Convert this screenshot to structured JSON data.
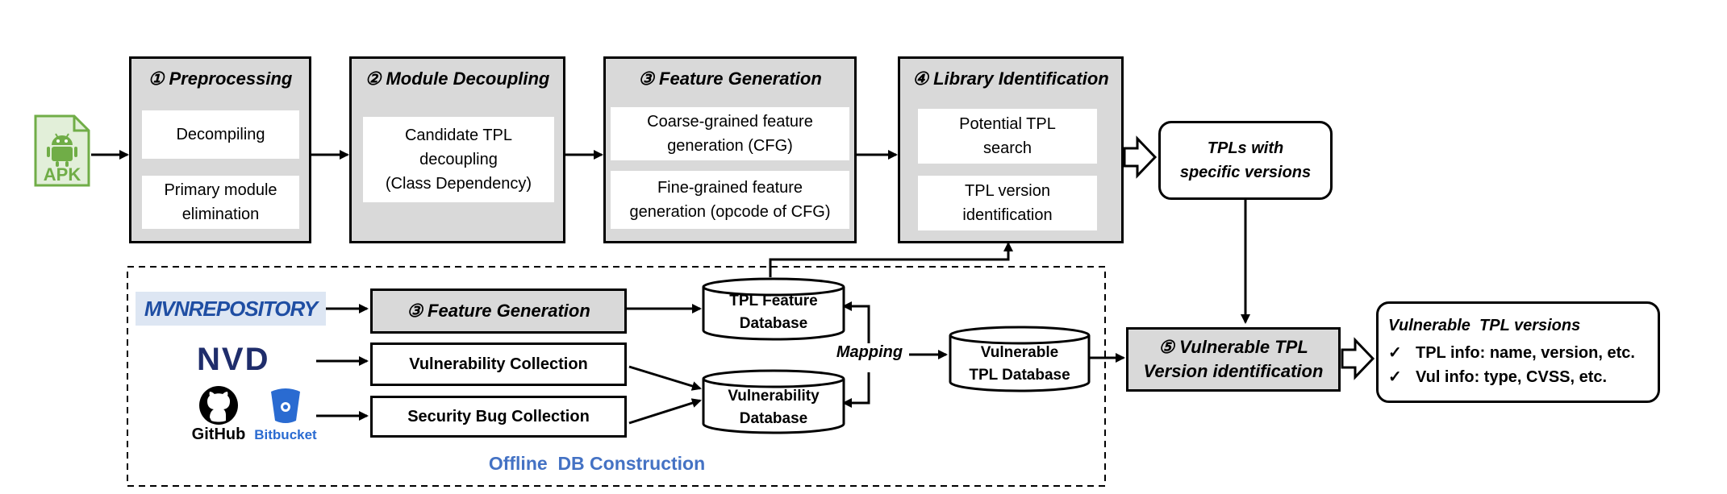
{
  "apk": {
    "label": "APK",
    "color": "#70ad47"
  },
  "stages": [
    {
      "title": "① Preprocessing",
      "items": [
        "Decompiling",
        "Primary module\nelimination"
      ]
    },
    {
      "title": "② Module Decoupling",
      "items": [
        "Candidate TPL\ndecoupling\n(Class Dependency)"
      ]
    },
    {
      "title": "③ Feature Generation",
      "items": [
        "Coarse-grained feature\ngeneration (CFG)",
        "Fine-grained feature\ngeneration (opcode of CFG)"
      ]
    },
    {
      "title": "④ Library Identification",
      "items": [
        "Potential TPL\nsearch",
        "TPL version\nidentification"
      ]
    }
  ],
  "tpls_output": "TPLs with\nspecific versions",
  "offline": {
    "label": "Offline  DB Construction",
    "label_color": "#4472c4",
    "sources": {
      "mvn": "MVNREPOSITORY",
      "nvd": "NVD",
      "github": "GitHub",
      "bitbucket": "Bitbucket"
    },
    "steps": {
      "feature_generation": "③ Feature Generation",
      "vulnerability_collection": "Vulnerability Collection",
      "security_bug_collection": "Security Bug Collection"
    },
    "databases": {
      "tpl_feature": "TPL Feature\nDatabase",
      "vulnerability": "Vulnerability\nDatabase",
      "vulnerable_tpl": "Vulnerable\nTPL Database"
    },
    "mapping": "Mapping"
  },
  "vuln_identification": "⑤ Vulnerable TPL\nVersion identification",
  "result": {
    "title": "Vulnerable  TPL versions",
    "items": [
      "TPL info: name, version, etc.",
      "Vul info: type, CVSS, etc."
    ],
    "check": "✓"
  }
}
